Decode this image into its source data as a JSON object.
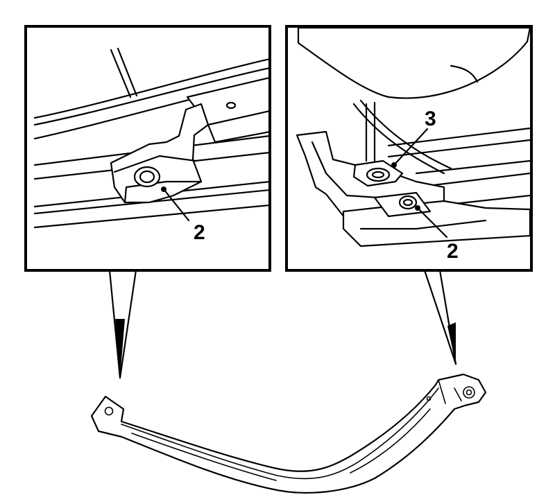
{
  "callouts": {
    "left_part_label": "2",
    "right_part_label": "2",
    "right_clip_label": "3"
  },
  "colors": {
    "line": "#000000",
    "background": "#ffffff"
  }
}
